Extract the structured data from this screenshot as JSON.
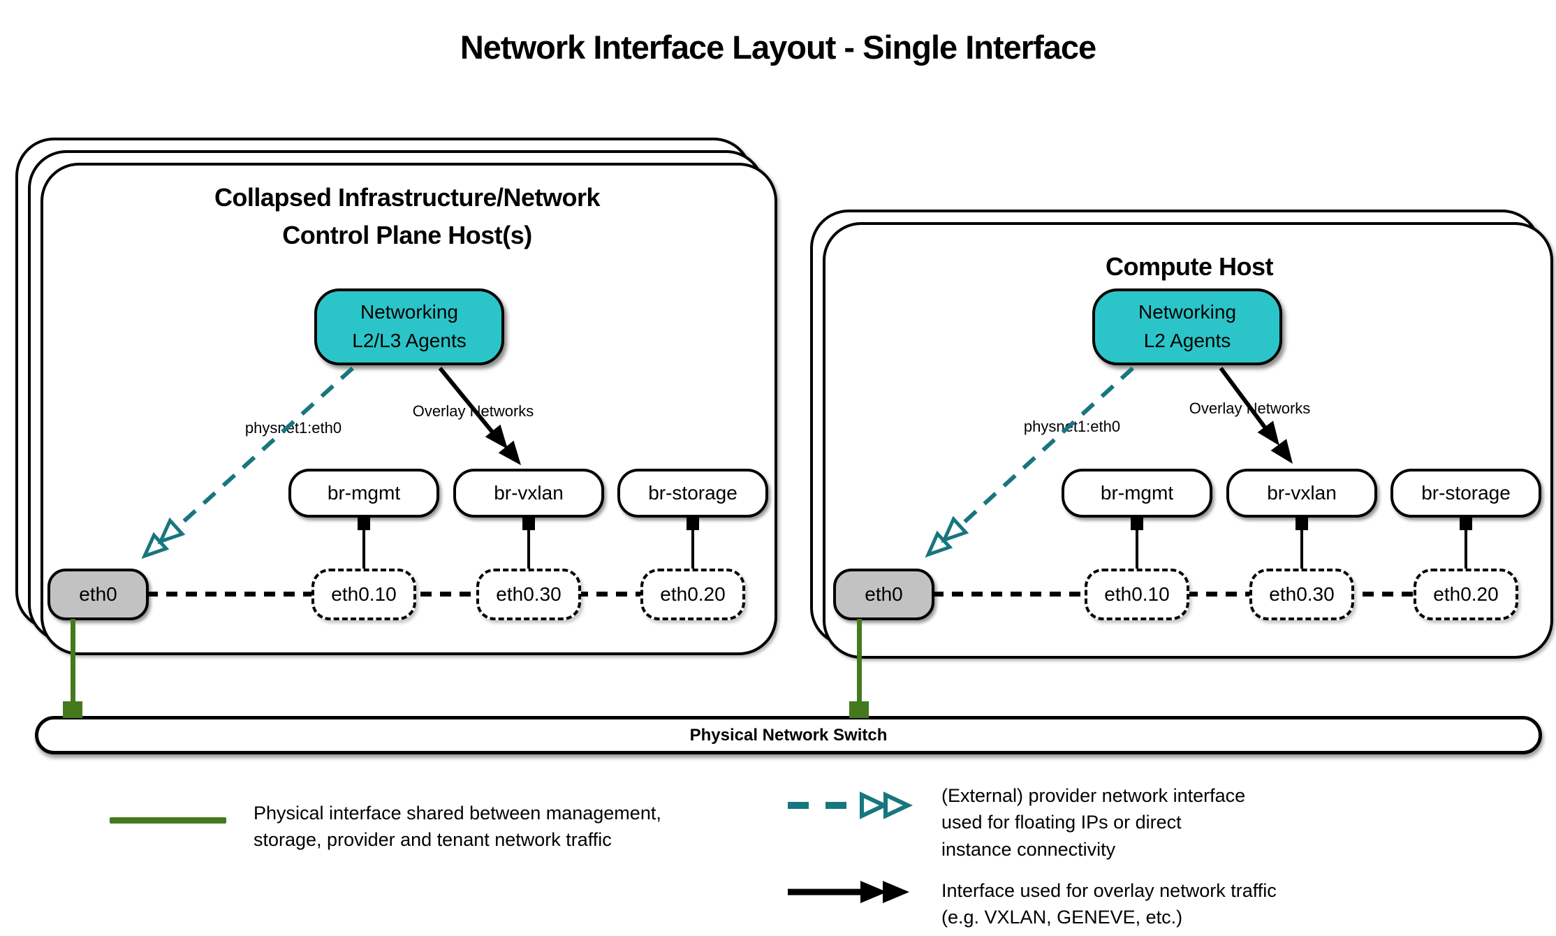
{
  "title": "Network Interface Layout - Single Interface",
  "hosts": {
    "left": {
      "title": "Collapsed Infrastructure/Network\nControl Plane Host(s)",
      "agent_label": "Networking\nL2/L3 Agents",
      "provider_label": "physnet1:eth0",
      "overlay_label": "Overlay Networks",
      "bridges": [
        "br-mgmt",
        "br-vxlan",
        "br-storage"
      ],
      "vlans": [
        "eth0.10",
        "eth0.30",
        "eth0.20"
      ],
      "physical_interface": "eth0"
    },
    "right": {
      "title": "Compute Host",
      "agent_label": "Networking\nL2 Agents",
      "provider_label": "physnet1:eth0",
      "overlay_label": "Overlay Networks",
      "bridges": [
        "br-mgmt",
        "br-vxlan",
        "br-storage"
      ],
      "vlans": [
        "eth0.10",
        "eth0.30",
        "eth0.20"
      ],
      "physical_interface": "eth0"
    }
  },
  "switch": {
    "label": "Physical Network Switch"
  },
  "legend": {
    "items": [
      {
        "symbol": "green-solid-line",
        "text": "Physical interface shared between management,\nstorage, provider and tenant network traffic"
      },
      {
        "symbol": "teal-dashed-double-arrow",
        "text": "(External) provider network interface\nused for floating IPs or direct\ninstance connectivity"
      },
      {
        "symbol": "black-solid-double-arrow",
        "text": "Interface used for overlay network traffic\n(e.g. VXLAN, GENEVE, etc.)"
      }
    ]
  },
  "colors": {
    "agent_fill": "#2bc5c9",
    "provider_arrow": "#17767e",
    "physical_link_green": "#45791e",
    "interface_fill": "#c2c2c2",
    "line_black": "#000000"
  }
}
